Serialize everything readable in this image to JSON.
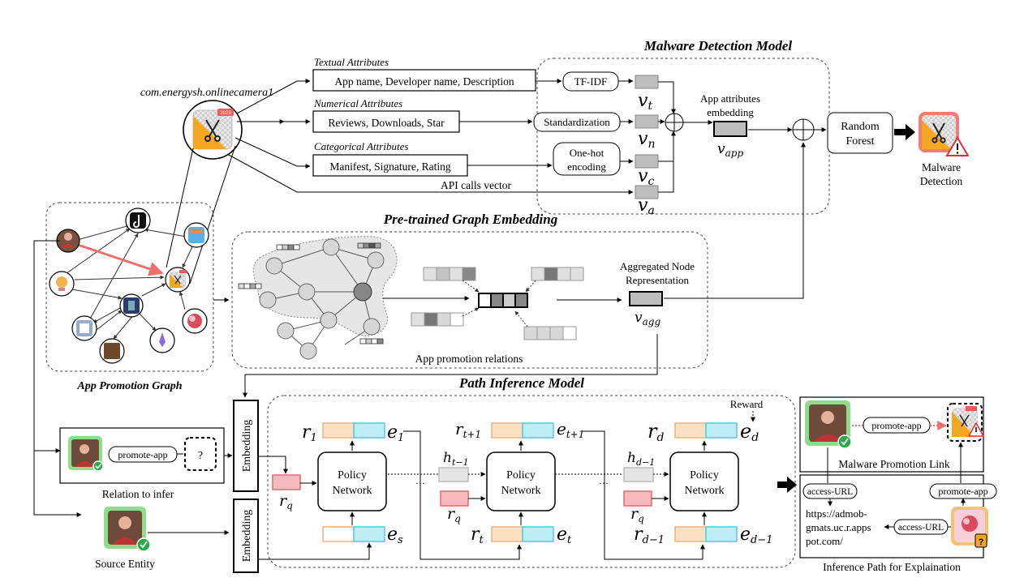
{
  "titles": {
    "malware_detection_model": "Malware Detection Model",
    "pretrained_graph_embedding": "Pre-trained Graph Embedding",
    "path_inference_model": "Path Inference Model",
    "app_promotion_graph": "App Promotion Graph"
  },
  "app_package": "com.energysh.onlinecamera1",
  "app_icon_badge": "2023",
  "attributes": {
    "textual_label": "Textual Attributes",
    "textual_box": "App name, Developer name, Description",
    "numerical_label": "Numerical Attributes",
    "numerical_box": "Reviews, Downloads, Star",
    "categorical_label": "Categorical Attributes",
    "categorical_box": "Manifest, Signature, Rating",
    "api_label": "API calls vector"
  },
  "encoders": {
    "tfidf": "TF-IDF",
    "standardization": "Standardization",
    "onehot_line1": "One-hot",
    "onehot_line2": "encoding"
  },
  "vectors": {
    "v_letter": "v",
    "t": "t",
    "n": "n",
    "c": "c",
    "a": "a",
    "app": "app",
    "agg": "agg"
  },
  "embedding_labels": {
    "app_attr_line1": "App attributes",
    "app_attr_line2": "embedding",
    "agg_line1": "Aggregated Node",
    "agg_line2": "Representation"
  },
  "classifier": {
    "line1": "Random",
    "line2": "Forest"
  },
  "malware_detection": {
    "line1": "Malware",
    "line2": "Detection"
  },
  "graph_embedding": {
    "relations_label": "App promotion relations"
  },
  "relation_to_infer": {
    "relation": "promote-app",
    "unknown": "?",
    "caption": "Relation to infer"
  },
  "source_entity_caption": "Source Entity",
  "embedding_text": "Embedding",
  "path_inference": {
    "reward": "Reward",
    "policy_line1": "Policy",
    "policy_line2": "Network",
    "dots": "···",
    "r": "r",
    "e": "e",
    "h": "h",
    "sub_1": "1",
    "sub_t1": "t+1",
    "sub_d": "d",
    "sub_q": "q",
    "sub_s": "s",
    "sub_t": "t",
    "sub_d1": "d−1",
    "sub_tm1": "t−1"
  },
  "explanation": {
    "promote_app": "promote-app",
    "link_caption": "Malware Promotion Link",
    "access_url": "access-URL",
    "url_line1": "https://admob-",
    "url_line2": "gmats.uc.r.apps",
    "url_line3": "pot.com/",
    "unknown": "?",
    "path_caption": "Inference Path for Explaination"
  },
  "colors": {
    "orange_cell": "#fbe0c4",
    "orange_stroke": "#e8b48a",
    "cyan_cell": "#bdeef5",
    "cyan_stroke": "#4ccfe0",
    "pink_cell": "#f7b9bd",
    "pink_stroke": "#e46a72",
    "green_frame": "#8fdd8a",
    "check_green": "#2aa84a",
    "promotion_edge": "#f07070",
    "app_icon_orange": "#f5a623",
    "app_icon_red": "#f05a5a"
  }
}
